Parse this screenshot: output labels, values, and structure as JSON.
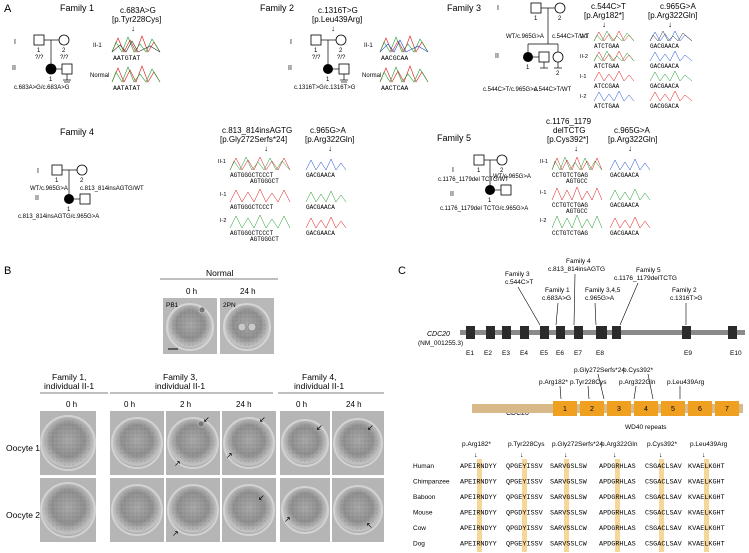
{
  "panel_letters": {
    "a": "A",
    "b": "B",
    "c": "C"
  },
  "families": [
    {
      "title": "Family 1",
      "mutation": [
        "c.683A>G",
        "[p.Tyr228Cys]"
      ],
      "gen_i": "I",
      "gen_ii": "II",
      "parent1_num": "1",
      "parent2_num": "2",
      "parent1_geno": "?/?",
      "parent2_geno": "?/?",
      "child_num": "1",
      "child_geno": "c.683A>G/c.683A>G",
      "traces": [
        {
          "label": "II-1",
          "seq": "AATGTAT"
        },
        {
          "label": "Normal",
          "seq": "AATATAT"
        }
      ]
    },
    {
      "title": "Family 2",
      "mutation": [
        "c.1316T>G",
        "[p.Leu439Arg]"
      ],
      "gen_i": "I",
      "gen_ii": "II",
      "parent1_num": "1",
      "parent2_num": "2",
      "parent1_geno": "?/?",
      "parent2_geno": "?/?",
      "child_num": "1",
      "child_geno": "c.1316T>G/c.1316T>G",
      "traces": [
        {
          "label": "II-1",
          "seq": "AACGCAA"
        },
        {
          "label": "Normal",
          "seq": "AACTCAA"
        }
      ]
    },
    {
      "title": "Family 3",
      "mutations": [
        [
          "c.544C>T",
          "[p.Arg182*]"
        ],
        [
          "c.965G>A",
          "[p.Arg322Gln]"
        ]
      ],
      "gen_i": "I",
      "gen_ii": "II",
      "parent1_num": "1",
      "parent2_num": "2",
      "parent1_geno": "WT/c.965G>A",
      "parent2_geno": "c.544C>T/WT",
      "child1_num": "1",
      "child2_num": "2",
      "child1_geno": "c.544C>T/c.965G>A",
      "child2_geno": "c.544C>T/WT",
      "traces": [
        {
          "label": "II-1",
          "s1": "ATCTGAA",
          "s2": "GACGAACA"
        },
        {
          "label": "II-2",
          "s1": "ATCTGAA",
          "s2": "GACGAACA"
        },
        {
          "label": "I-1",
          "s1": "ATCCGAA",
          "s2": "GACGAACA"
        },
        {
          "label": "I-2",
          "s1": "ATCTGAA",
          "s2": "GACGGACA"
        }
      ]
    },
    {
      "title": "Family 4",
      "mutations": [
        [
          "c.813_814insAGTG",
          "[p.Gly272Serfs*24]"
        ],
        [
          "c.965G>A",
          "[p.Arg322Gln]"
        ]
      ],
      "gen_i": "I",
      "gen_ii": "II",
      "parent1_num": "1",
      "parent2_num": "2",
      "parent1_geno": "WT/c.965G>A",
      "parent2_geno": "c.813_814insAGTG/WT",
      "child_num": "1",
      "child_geno": "c.813_814insAGTG/c.965G>A",
      "traces": [
        {
          "label": "II-1",
          "s1": "AGTGGGCTCCCT",
          "s1b": "AGTGGGCT",
          "s2": "GACGAACA"
        },
        {
          "label": "I-1",
          "s1": "AGTGGGCTCCCT",
          "s1b": "",
          "s2": "GACGAACA"
        },
        {
          "label": "I-2",
          "s1": "AGTGGGCTCCCT",
          "s1b": "AGTGGGCT",
          "s2": "GACGAACA"
        }
      ]
    },
    {
      "title": "Family 5",
      "mutations": [
        [
          "c.1176_1179",
          "delTCTG",
          "[p.Cys392*]"
        ],
        [
          "c.965G>A",
          "[p.Arg322Gln]"
        ]
      ],
      "gen_i": "I",
      "gen_ii": "II",
      "parent1_num": "1",
      "parent2_num": "2",
      "parent1_geno": "c.1176_1179del TCTG/WT",
      "parent2_geno": "WT/c.965G>A",
      "child_num": "1",
      "child_geno": "c.1176_1179del TCTG/c.965G>A",
      "traces": [
        {
          "label": "II-1",
          "s1": "CCTGTCTGAG",
          "s1b": "AGTGCC",
          "s2": "GACGAACA"
        },
        {
          "label": "I-1",
          "s1": "CCTGTCTGAG",
          "s1b": "AGTGCC",
          "s2": "GACGAACA"
        },
        {
          "label": "I-2",
          "s1": "CCTGTCTGAG",
          "s1b": "",
          "s2": "GACGAACA"
        }
      ]
    }
  ],
  "panel_b": {
    "normal_title": "Normal",
    "normal_times": [
      "0 h",
      "24 h"
    ],
    "normal_tags": [
      "PB1",
      "2PN"
    ],
    "groups": [
      {
        "title": [
          "Family 1,",
          "individual II-1"
        ],
        "times": [
          "0 h"
        ]
      },
      {
        "title": [
          "Family 3,",
          "individual II-1"
        ],
        "times": [
          "0 h",
          "2 h",
          "24 h"
        ]
      },
      {
        "title": [
          "Family 4,",
          "individual II-1"
        ],
        "times": [
          "0 h",
          "24 h"
        ]
      }
    ],
    "rows": [
      "Oocyte 1",
      "Oocyte 2"
    ]
  },
  "panel_c": {
    "gene_name": "CDC20",
    "transcript": "(NM_001255.3)",
    "exons": [
      "E1",
      "E2",
      "E3",
      "E4",
      "E5",
      "E6",
      "E7",
      "E8",
      "E9",
      "E10"
    ],
    "variant_labels": [
      [
        "Family 3",
        "c.544C>T"
      ],
      [
        "Family 1",
        "c.683A>G"
      ],
      [
        "Family 4",
        "c.813_814insAGTG"
      ],
      [
        "Family 3,4,5",
        "c.965G>A"
      ],
      [
        "Family 5",
        "c.1176_1179delTCTG"
      ],
      [
        "Family 2",
        "c.1316T>G"
      ]
    ],
    "protein_name": "CDC20",
    "domain_label": "WD40 repeats",
    "repeats": [
      "1",
      "2",
      "3",
      "4",
      "5",
      "6",
      "7"
    ],
    "protein_variants": [
      "p.Arg182*",
      "p.Tyr228Cys",
      "p.Gly272Serfs*24",
      "p.Arg322Gln",
      "p.Cys392*",
      "p.Leu439Arg"
    ],
    "align_headers": [
      "p.Arg182*",
      "p.Tyr228Cys",
      "p.Gly272Serfs*24",
      "p.Arg322Gln",
      "p.Cys392*",
      "p.Leu439Arg"
    ],
    "species": [
      {
        "name": "Human",
        "seqs": [
          "APEIRNDYY",
          "QPGEYISSV",
          "SARVGSLSW",
          "APDGRHLAS",
          "CSGACLSAV",
          "KVAELKGHT"
        ]
      },
      {
        "name": "Chimpanzee",
        "seqs": [
          "APEIRNDYY",
          "QPGEYISSV",
          "SARVGSLSW",
          "APDGRHLAS",
          "CSGACLSAV",
          "KVAELKGHT"
        ]
      },
      {
        "name": "Baboon",
        "seqs": [
          "APEIRNDYY",
          "QPGEYISSV",
          "SARVGSLSW",
          "APDGRHLAS",
          "CSGACLSAV",
          "KVAELKGHT"
        ]
      },
      {
        "name": "Mouse",
        "seqs": [
          "APEIRNDYY",
          "QPGDYISSV",
          "SARVSSLSW",
          "APDGRHLAS",
          "CSGACLSAV",
          "KVAELKGHT"
        ]
      },
      {
        "name": "Cow",
        "seqs": [
          "APEIRNDYY",
          "QPGDYISSV",
          "SARVSSLCW",
          "APDGRHLAS",
          "CSGACLSAV",
          "KVAELKGHT"
        ]
      },
      {
        "name": "Dog",
        "seqs": [
          "APEIRNDYY",
          "QPGEYISSV",
          "SARVSSLCW",
          "APDGRHLAS",
          "CSGACLSAV",
          "KVAELKGHT"
        ]
      }
    ],
    "colors": {
      "exon": "#2b2b2b",
      "backbone": "#8a8a8a",
      "protein_bar": "#d8b98a",
      "repeat": "#f0a020",
      "highlight": "#f6d79a"
    }
  }
}
